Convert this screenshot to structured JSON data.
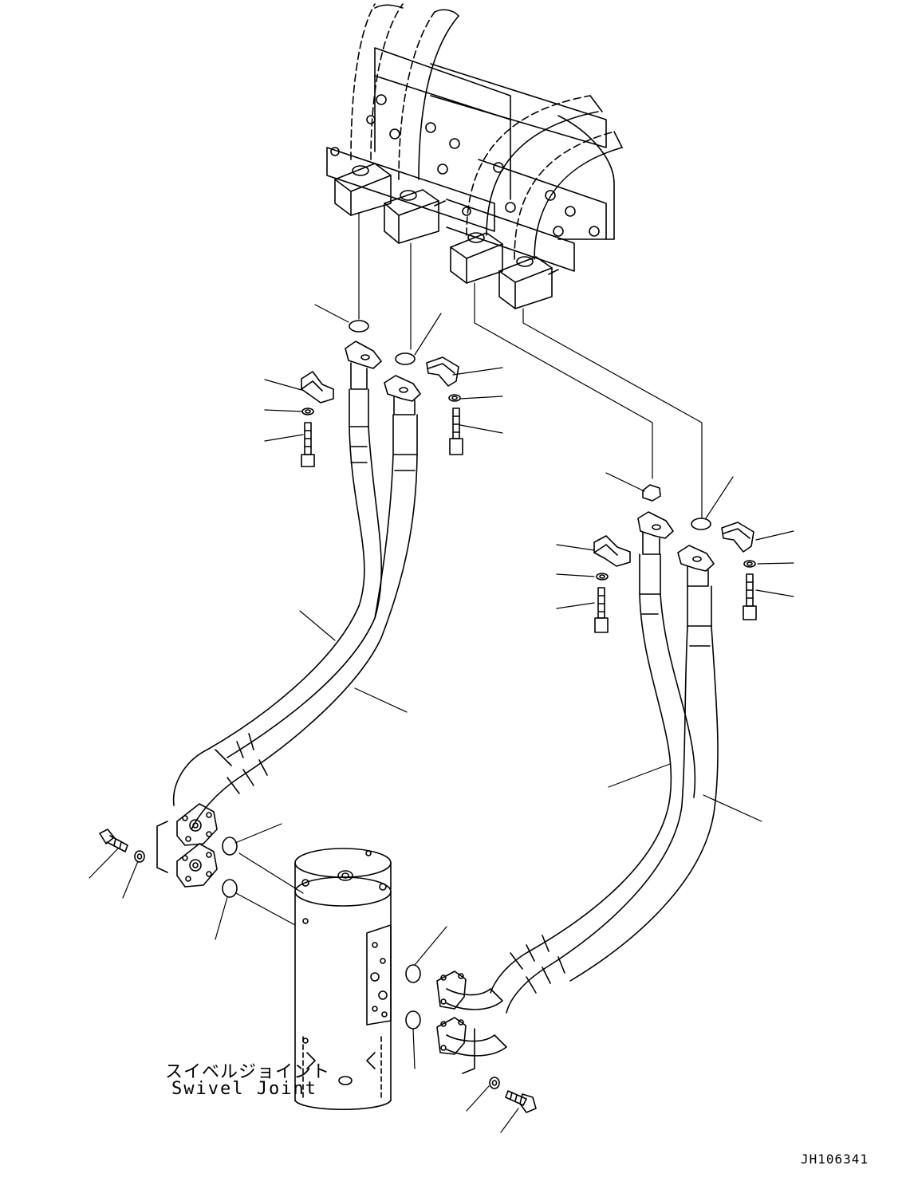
{
  "labels": {
    "swivel_joint_jp": "スイベルジョイント",
    "swivel_joint_en": "Swivel Joint"
  },
  "drawing_code": "JH106341"
}
